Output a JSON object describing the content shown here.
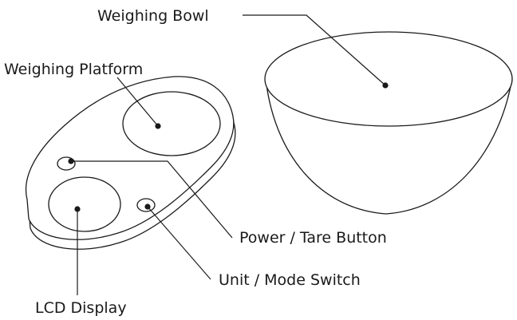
{
  "labels": {
    "weighing_bowl": "Weighing Bowl",
    "weighing_platform": "Weighing Platform",
    "power_tare_button": "Power / Tare  Button",
    "unit_mode_switch": "Unit / Mode Switch",
    "lcd_display": "LCD Display"
  }
}
